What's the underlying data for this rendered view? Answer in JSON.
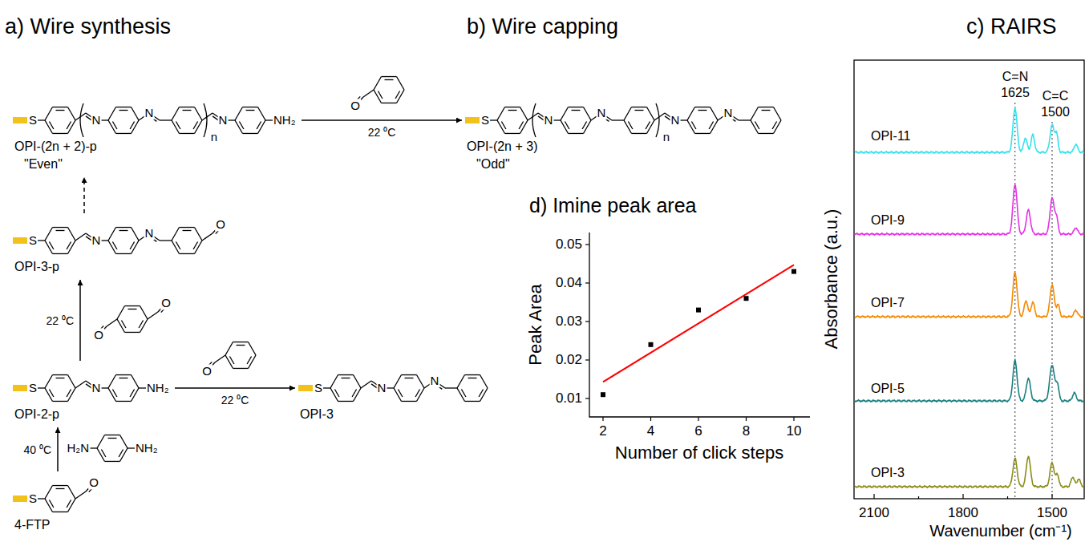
{
  "diagram": {
    "nodes": [
      {
        "text": [
          "S",
          "N",
          "N",
          "n",
          "N",
          "NH₂",
          "OPI-(2n + 2)-p",
          "\"Even\""
        ]
      },
      {
        "text": [
          "S",
          "N",
          "N",
          "n",
          "N",
          "N",
          "OPI-(2n + 3)",
          "\"Odd\""
        ]
      },
      {
        "text": [
          "S",
          "N",
          "N",
          "O",
          "OPI-3-p"
        ]
      },
      {
        "text": [
          "S",
          "N",
          "NH₂",
          "OPI-2-p"
        ]
      },
      {
        "text": [
          "S",
          "N",
          "N",
          "OPI-3"
        ]
      },
      {
        "text": [
          "S",
          "O",
          "4-FTP"
        ]
      }
    ],
    "edges": [
      {
        "from": 5,
        "to": 3,
        "label": "40 ⁰C",
        "arrow": "to"
      },
      {
        "from": 3,
        "to": 2,
        "label": "22 ⁰C",
        "arrow": "to"
      },
      {
        "from": 2,
        "to": 0,
        "arrow": "to"
      },
      {
        "from": 3,
        "to": 4,
        "label": "22 ⁰C",
        "arrow": "to"
      },
      {
        "from": 0,
        "to": 1,
        "label": "22 ⁰C",
        "arrow": "to"
      }
    ],
    "labels": [
      "a) Wire synthesis",
      "b) Wire capping",
      "c) RAIRS",
      "d) Imine peak area",
      "H₂N",
      "NH₂",
      "O",
      "O",
      "O",
      "O",
      "0.05",
      "0.04",
      "0.03",
      "0.02",
      "0.01",
      "Peak Area",
      "2",
      "4",
      "6",
      "8",
      "10",
      "Number of click steps",
      "C=N",
      "1625",
      "C=C",
      "1500",
      "OPI-11",
      "OPI-9",
      "OPI-7",
      "OPI-5",
      "OPI-3",
      "Absorbance (a.u.)",
      "2100",
      "1800",
      "1500",
      "Wavenumber (cm⁻¹)"
    ]
  }
}
